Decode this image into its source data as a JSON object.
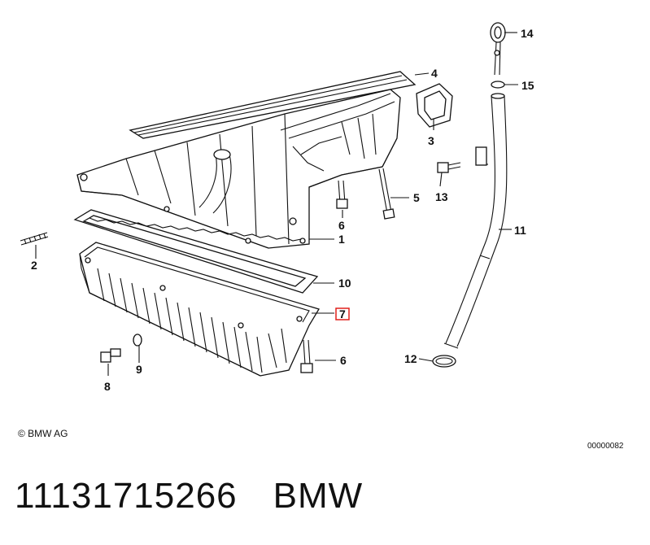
{
  "callouts": [
    "1",
    "2",
    "3",
    "4",
    "5",
    "6",
    "7",
    "8",
    "9",
    "10",
    "11",
    "12",
    "13",
    "14",
    "15",
    "6"
  ],
  "copyright": "© BMW AG",
  "figure_number": "00000082",
  "caption": {
    "part_number": "11131715266",
    "brand": "BMW"
  },
  "highlight_color": "#e0201b"
}
